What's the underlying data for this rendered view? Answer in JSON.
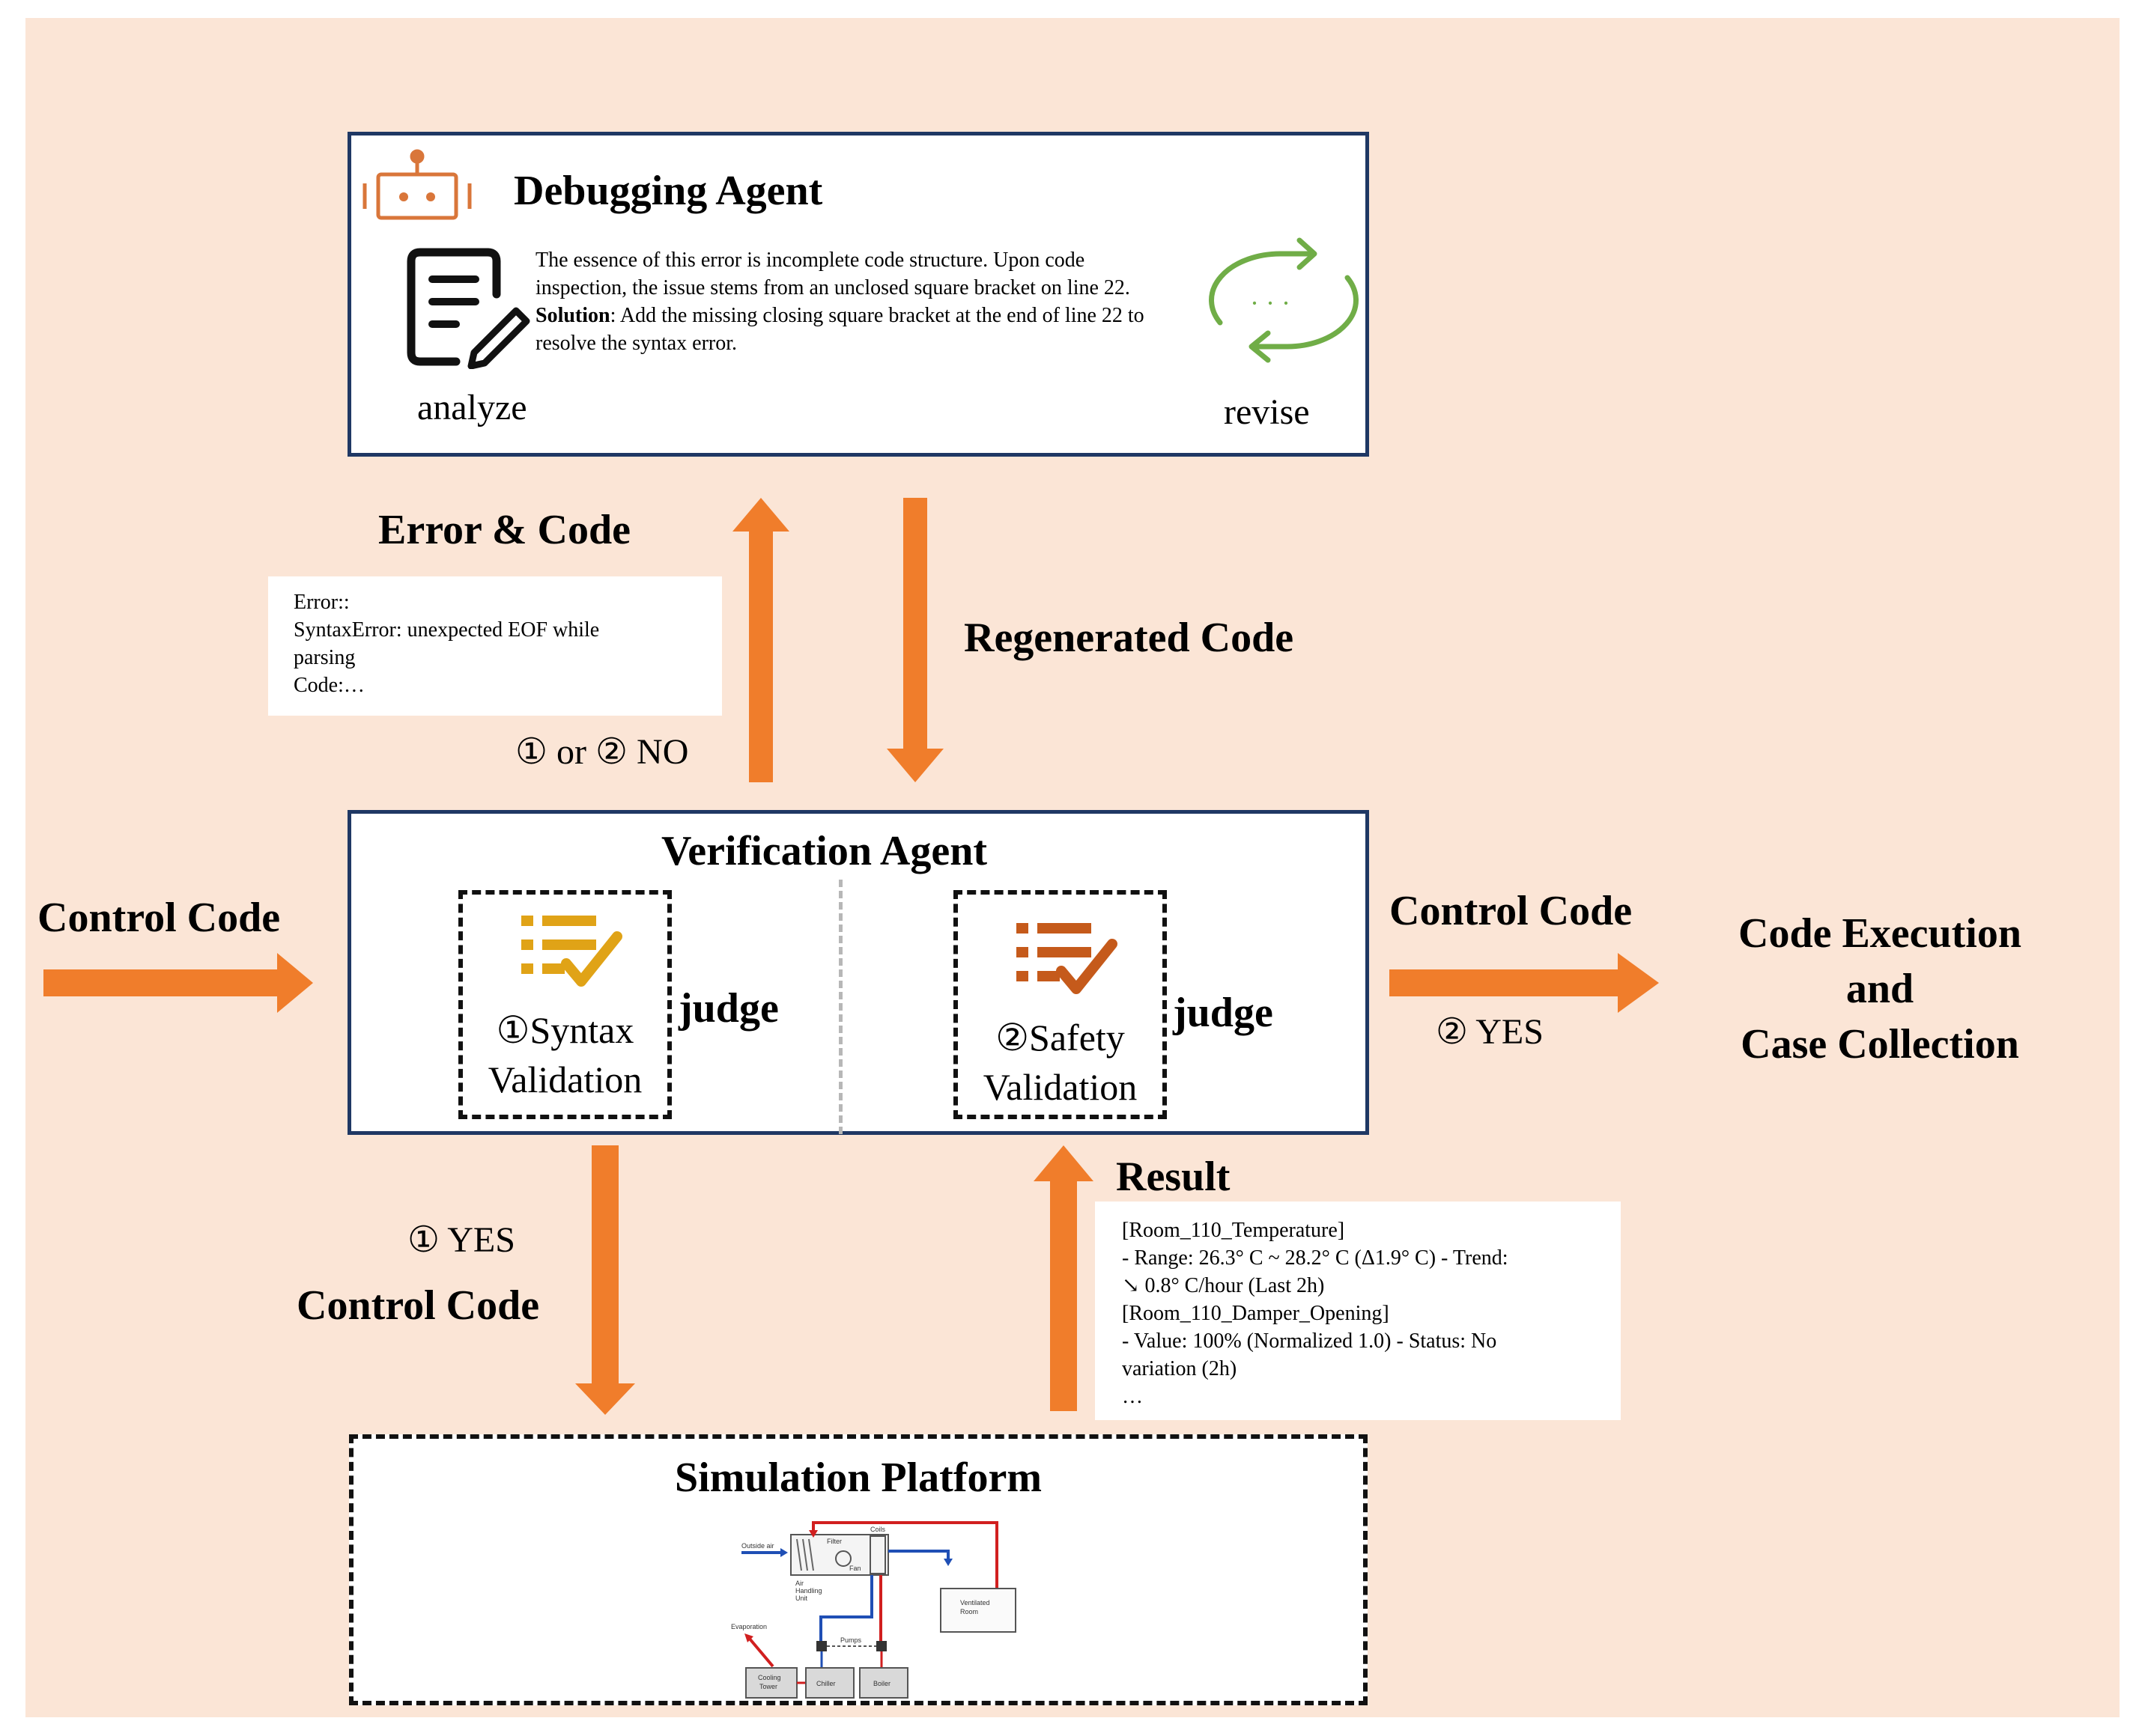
{
  "colors": {
    "background": "#fbe5d6",
    "arrow": "#f07d2b",
    "box_border": "#1f3864",
    "robot_icon": "#d9763a",
    "revise_icon": "#70ad47",
    "syntax_icon": "#e0a317",
    "safety_icon": "#c55a1b"
  },
  "debugging_agent": {
    "title": "Debugging Agent",
    "line1": "The essence of this error is incomplete code structure. Upon code",
    "line2": "inspection, the issue stems from an unclosed square bracket on line 22.",
    "solution_label": "Solution",
    "solution_text": ": Add the missing closing square bracket at the end of line 22 to",
    "line4": "resolve the syntax error.",
    "analyze": "analyze",
    "revise": "revise",
    "revise_dots": "· · ·"
  },
  "error_code": {
    "title": "Error & Code",
    "lines": [
      "Error::",
      "SyntaxError: unexpected EOF while",
      "parsing",
      "Code:…"
    ]
  },
  "regenerated_code": "Regenerated Code",
  "cond_no": "① or ② NO",
  "verification_agent": {
    "title": "Verification Agent",
    "syntax_line1": "①Syntax",
    "syntax_line2": "Validation",
    "safety_line1": "②Safety",
    "safety_line2": "Validation",
    "judge": "judge"
  },
  "control_code_in": "Control Code",
  "control_code_out": "Control Code",
  "cond_yes2": "② YES",
  "output": {
    "line1": "Code Execution",
    "line2": "and",
    "line3": "Case Collection"
  },
  "cond_yes1": "① YES",
  "control_code_down": "Control Code",
  "result": {
    "title": "Result",
    "lines": [
      "[Room_110_Temperature]",
      " - Range: 26.3° C ~ 28.2° C (Δ1.9° C) - Trend:",
      "↘ 0.8° C/hour (Last 2h)",
      "[Room_110_Damper_Opening]",
      " - Value: 100% (Normalized 1.0) - Status: No",
      "variation (2h)",
      "…"
    ]
  },
  "simulation_platform": {
    "title": "Simulation Platform",
    "labels": {
      "outside_air": "Outside air",
      "coils": "Coils",
      "filter": "Filter",
      "fan": "Fan",
      "ahu1": "Air",
      "ahu2": "Handling",
      "ahu3": "Unit",
      "room1": "Ventilated",
      "room2": "Room",
      "evaporation": "Evaporation",
      "pumps": "Pumps",
      "tower1": "Cooling",
      "tower2": "Tower",
      "chiller": "Chiller",
      "boiler": "Boiler"
    }
  }
}
